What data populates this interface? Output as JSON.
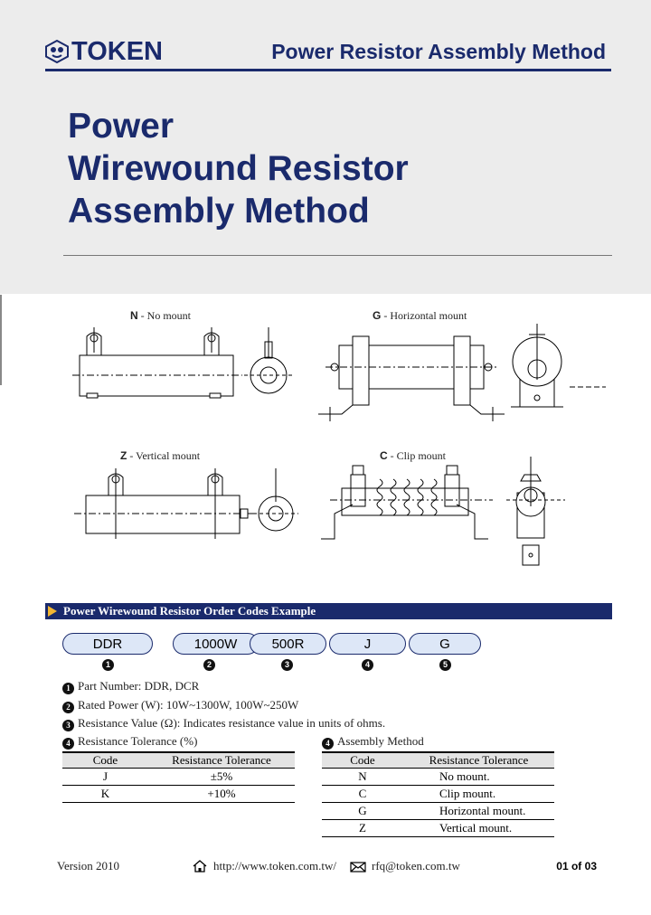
{
  "header": {
    "logo_text": "TOKEN",
    "title": "Power Resistor Assembly Method"
  },
  "main_title": [
    "Power",
    "Wirewound Resistor",
    "Assembly Method"
  ],
  "diagrams": {
    "n": {
      "code": "N",
      "label": " - No mount"
    },
    "g": {
      "code": "G",
      "label": " - Horizontal mount"
    },
    "z": {
      "code": "Z",
      "label": " - Vertical mount"
    },
    "c": {
      "code": "C",
      "label": " - Clip mount"
    }
  },
  "order_section": {
    "title": "Power Wirewound Resistor Order Codes Example",
    "codes": [
      "DDR",
      "1000W",
      "500R",
      "J",
      "G"
    ],
    "numbers": [
      "1",
      "2",
      "3",
      "4",
      "5"
    ],
    "descriptions": [
      {
        "num": "1",
        "text": "Part Number: DDR, DCR"
      },
      {
        "num": "2",
        "text": "Rated Power (W): 10W~1300W, 100W~250W"
      },
      {
        "num": "3",
        "text": "Resistance Value (Ω): Indicates resistance value in units of ohms."
      },
      {
        "num": "4",
        "text": "Resistance Tolerance (%)"
      },
      {
        "num": "4",
        "text": "Assembly Method"
      }
    ],
    "tolerance_table": {
      "headers": [
        "Code",
        "Resistance Tolerance"
      ],
      "rows": [
        [
          "J",
          "±5%"
        ],
        [
          "K",
          "+10%"
        ]
      ]
    },
    "assembly_table": {
      "headers": [
        "Code",
        "Resistance Tolerance"
      ],
      "rows": [
        [
          "N",
          "No mount."
        ],
        [
          "C",
          "Clip mount."
        ],
        [
          "G",
          "Horizontal mount."
        ],
        [
          "Z",
          "Vertical mount."
        ]
      ]
    }
  },
  "footer": {
    "version": "Version 2010",
    "url": "http://www.token.com.tw/",
    "email": "rfq@token.com.tw",
    "page": "01 of 03"
  },
  "colors": {
    "brand": "#1a2a6c",
    "pill": "#dde7f7",
    "arrow": "#f2b632"
  },
  "icons": [
    "token-logo-icon",
    "home-icon",
    "mail-icon",
    "arrow-icon"
  ]
}
